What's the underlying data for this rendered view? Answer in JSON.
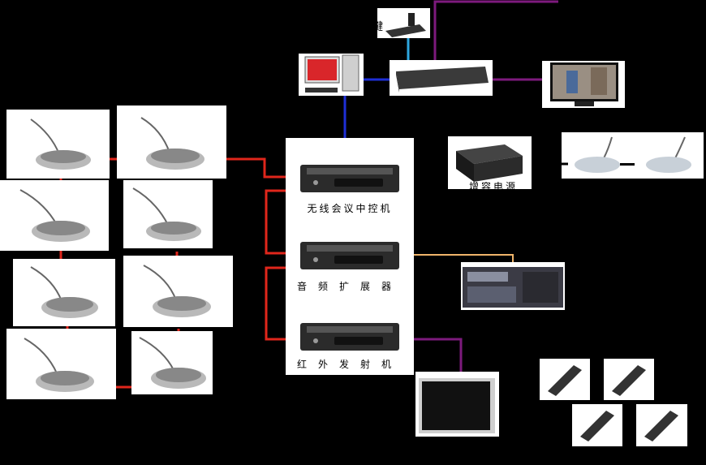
{
  "labels": {
    "controller": "无线会议中控机",
    "expander": "音频扩展器",
    "ir_transmitter": "红外发射机",
    "power_partial": "增容电源",
    "keyboard_partial": "键"
  },
  "colors": {
    "background": "#000000",
    "audio_link": "#e0261b",
    "video_link": "#1e2fd6",
    "control_link": "#2ea7e0",
    "signal_link": "#7d1a7d",
    "aux_link": "#f0b46a",
    "device_body": "#2b2b2b"
  }
}
